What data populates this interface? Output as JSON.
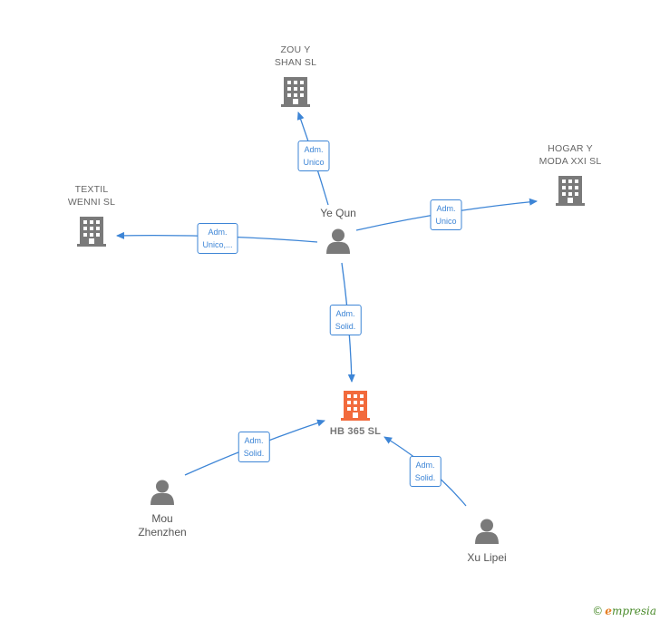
{
  "nodes": [
    {
      "id": "zou",
      "type": "company",
      "label": "ZOU Y\nSHAN  SL",
      "highlight": false
    },
    {
      "id": "hogar",
      "type": "company",
      "label": "HOGAR Y\nMODA XXI SL",
      "highlight": false
    },
    {
      "id": "textil",
      "type": "company",
      "label": "TEXTIL\nWENNI  SL",
      "highlight": false
    },
    {
      "id": "hb",
      "type": "company",
      "label": "HB 365  SL",
      "highlight": true
    },
    {
      "id": "yequn",
      "type": "person",
      "label": "Ye Qun"
    },
    {
      "id": "mou",
      "type": "person",
      "label": "Mou\nZhenzhen"
    },
    {
      "id": "xu",
      "type": "person",
      "label": "Xu Lipei"
    }
  ],
  "relations": [
    {
      "from": "yequn",
      "to": "zou",
      "label": "Adm.\nUnico"
    },
    {
      "from": "yequn",
      "to": "hogar",
      "label": "Adm.\nUnico"
    },
    {
      "from": "yequn",
      "to": "textil",
      "label": "Adm.\nUnico,..."
    },
    {
      "from": "yequn",
      "to": "hb",
      "label": "Adm.\nSolid."
    },
    {
      "from": "mou",
      "to": "hb",
      "label": "Adm.\nSolid."
    },
    {
      "from": "xu",
      "to": "hb",
      "label": "Adm.\nSolid."
    }
  ],
  "colors": {
    "edge": "#3d85d6",
    "node": "#7a7a7a",
    "highlight": "#f26a3c"
  },
  "footer": {
    "copyright": "©",
    "brand_e": "e",
    "brand_rest": "mpresia"
  }
}
